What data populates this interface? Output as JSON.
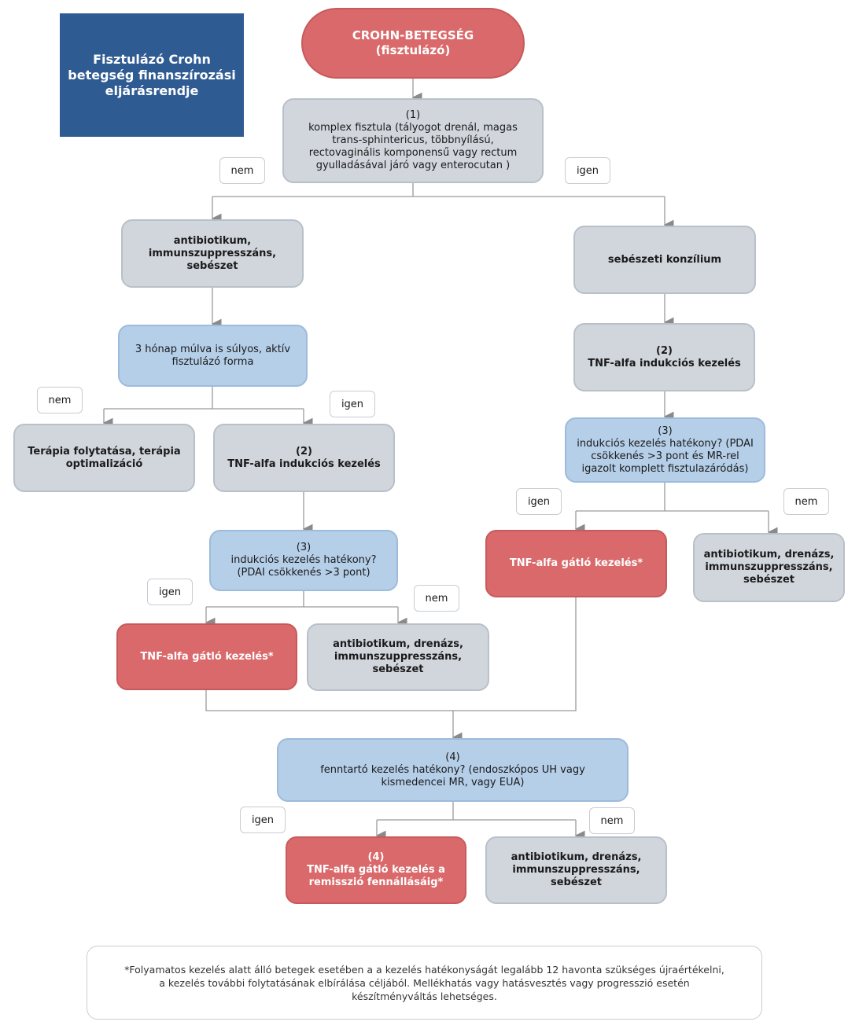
{
  "title_box": "Fisztulázó Crohn\nbetegség finanszírozási\neljárásrendje",
  "nodes": {
    "start": "CROHN-BETEGSÉG\n(fisztulázó)",
    "q1": "(1)\nkomplex fisztula (tályogot drenál, magas\ntrans-sphintericus, többnyílású,\nrectovaginális komponensű vagy rectum\ngyulladásával járó vagy enterocutan )",
    "left_treatment": "antibiotikum,\nimmunszuppresszáns,\nsebészet",
    "right_surgery": "sebészeti konzílium",
    "left_q3m": "3 hónap múlva is súlyos, aktív\nfisztulázó forma",
    "right_tnf_induction": "(2)\nTNF-alfa indukciós kezelés",
    "left_continue": "Terápia folytatása, terápia\noptimalizáció",
    "left_tnf_induction": "(2)\nTNF-alfa indukciós kezelés",
    "right_q_effective": "(3)\nindukciós kezelés hatékony? (PDAI\ncsökkenés >3 pont és MR-rel\nigazolt komplett fisztulazáródás)",
    "right_tnf_block": "TNF-alfa gátló kezelés*",
    "right_antibiotic": "antibiotikum, drenázs,\nimmunszuppresszáns,\nsebészet",
    "left_q_effective": "(3)\nindukciós kezelés hatékony?\n(PDAI csökkenés >3 pont)",
    "left_tnf_block": "TNF-alfa gátló kezelés*",
    "left_antibiotic": "antibiotikum, drenázs,\nimmunszuppresszáns,\nsebészet",
    "q_maintenance": "(4)\nfenntartó kezelés hatékony? (endoszkópos UH vagy\nkismedencei MR, vagy EUA)",
    "final_tnf": "(4)\nTNF-alfa gátló kezelés a\nremisszió fennállásáig*",
    "final_antibiotic": "antibiotikum, drenázs,\nimmunszuppresszáns,\nsebészet"
  },
  "labels": {
    "yes": "igen",
    "no": "nem"
  },
  "footnote": "*Folyamatos kezelés alatt álló betegek esetében a a kezelés hatékonyságát legalább 12 havonta szükséges újraértékelni,\na kezelés további folytatásának elbírálása céljából. Mellékhatás vagy hatásvesztés vagy progresszió esetén\nkészítményváltás lehetséges.",
  "colors": {
    "gray": "#d1d6dd",
    "blue": "#b5cfe9",
    "red": "#d9696a",
    "navy": "#2f5b93",
    "line": "#9a9a9a"
  }
}
